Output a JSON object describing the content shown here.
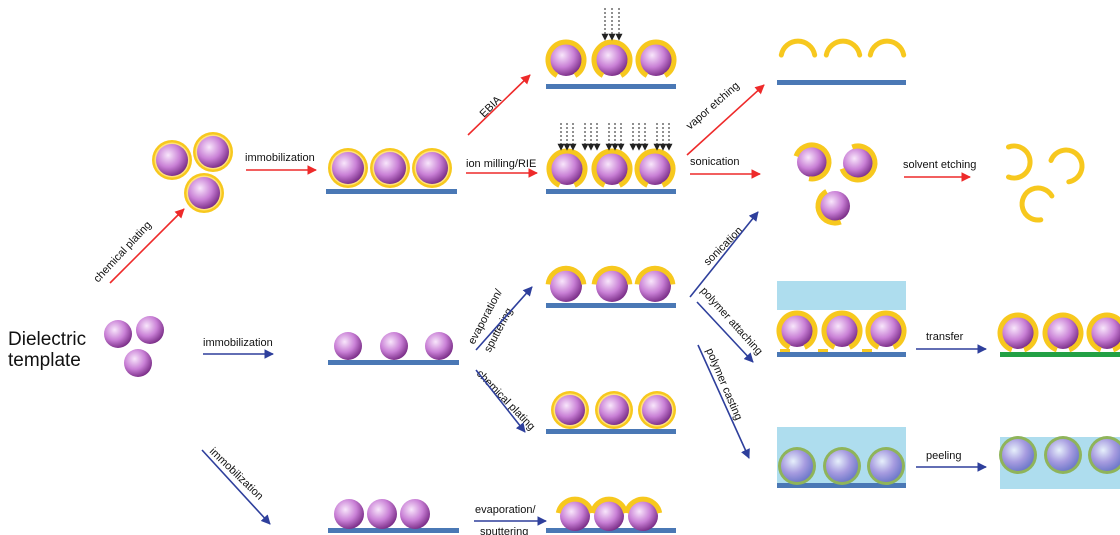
{
  "colors": {
    "red_arrow": "#ee2a2a",
    "blue_arrow": "#2e3f9c",
    "substrate": "#4a78b5",
    "gold_shell": "#f7c81e",
    "gold_inner": "#ffe27a",
    "sphere_light": "#f8e6fb",
    "sphere_mid": "#c980d6",
    "sphere_dark": "#7a2d87",
    "polymer": "#aeddee",
    "green_substrate": "#22a045",
    "blue_sphere_mid": "#a79ce0",
    "blue_sphere_dark": "#6e79c9",
    "shell_green": "#8fb45a"
  },
  "labels": {
    "dielectric_template": "Dielectric template",
    "chemical_plating_top": "chemical plating",
    "immobilization_top": "immobilization",
    "ebia": "EBIA",
    "ion_milling": "ion milling/RIE",
    "vapor_etching": "vapor etching",
    "sonication_top": "sonication",
    "solvent_etching": "solvent etching",
    "immobilization_mid": "immobilization",
    "evaporation_sputtering_mid": "evaporation/ sputtering",
    "chemical_plating_mid": "chemical plating",
    "sonication_mid": "sonication",
    "polymer_attaching": "polymer attaching",
    "polymer_casting": "polymer casting",
    "transfer": "transfer",
    "peeling": "peeling",
    "immobilization_bottom": "immobilization",
    "evaporation_sputtering_bottom": "evaporation/ sputtering"
  }
}
